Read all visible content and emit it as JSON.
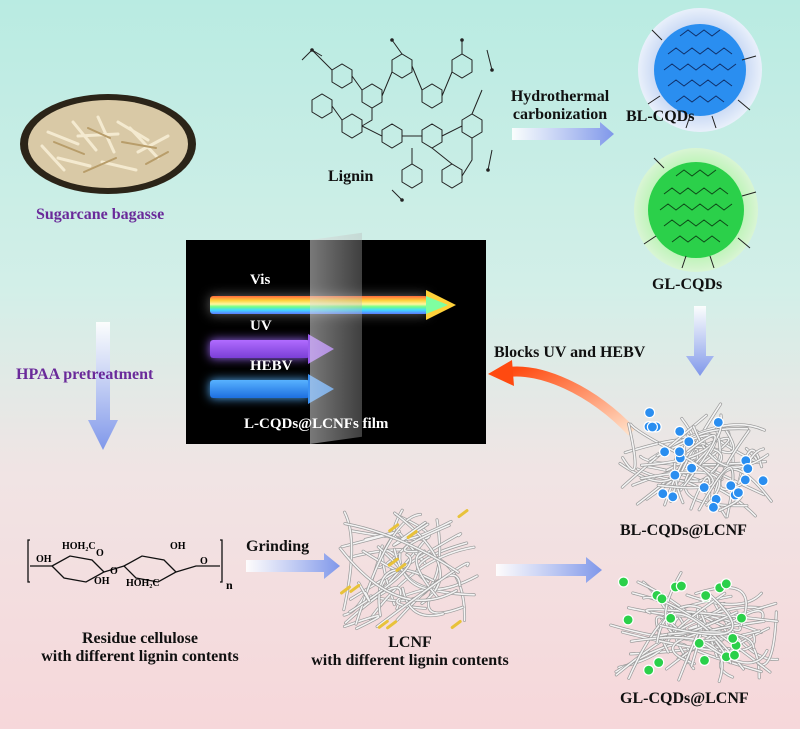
{
  "labels": {
    "sugarcane": "Sugarcane bagasse",
    "lignin": "Lignin",
    "hydrothermal": "Hydrothermal",
    "carbonization": "carbonization",
    "bl_cqds": "BL-CQDs",
    "gl_cqds": "GL-CQDs",
    "hpaa": "HPAA pretreatment",
    "blocks": "Blocks UV and HEBV",
    "bl_lcnf": "BL-CQDs@LCNF",
    "gl_lcnf": "GL-CQDs@LCNF",
    "grinding": "Grinding",
    "residue_1": "Residue cellulose",
    "residue_2": "with different lignin contents",
    "lcnf_1": "LCNF",
    "lcnf_2": "with different lignin contents",
    "subscript_n": "n",
    "hoh2c": "HOH₂C",
    "oh": "OH",
    "o": "O"
  },
  "panel": {
    "vis": "Vis",
    "uv": "UV",
    "hebv": "HEBV",
    "film": "L-CQDs@LCNFs film"
  },
  "colors": {
    "purple_label": "#6a2a9a",
    "arrow_blue": "#8fa8f0",
    "arrow_orange": "#ff5a1f",
    "bl_dot": "#2a8ef0",
    "gl_dot": "#2bd04a"
  }
}
